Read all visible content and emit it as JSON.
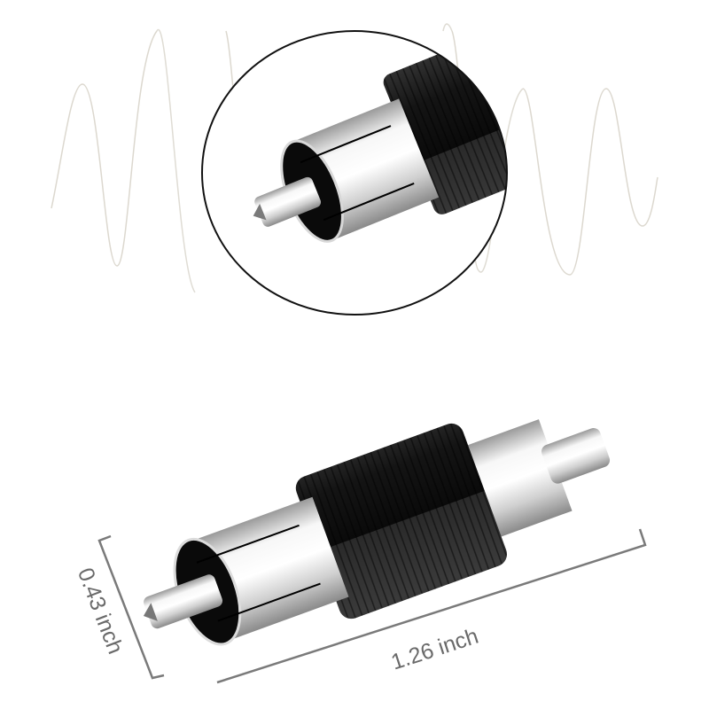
{
  "product": {
    "type": "RCA male-to-male coupler adapter",
    "colors": {
      "background": "#ffffff",
      "wave": "#dcd8cf",
      "rubber": "#1a1a1a",
      "chrome_light": "#f4f4f4",
      "chrome_mid": "#bdbdbd",
      "circle_outline": "#111111",
      "dimension_line": "#7a7a7a"
    }
  },
  "dimensions": {
    "diameter_label": "0.43 inch",
    "length_label": "1.26 inch"
  },
  "callout": {
    "description": "Zoomed close-up of RCA plug tip in circle"
  }
}
